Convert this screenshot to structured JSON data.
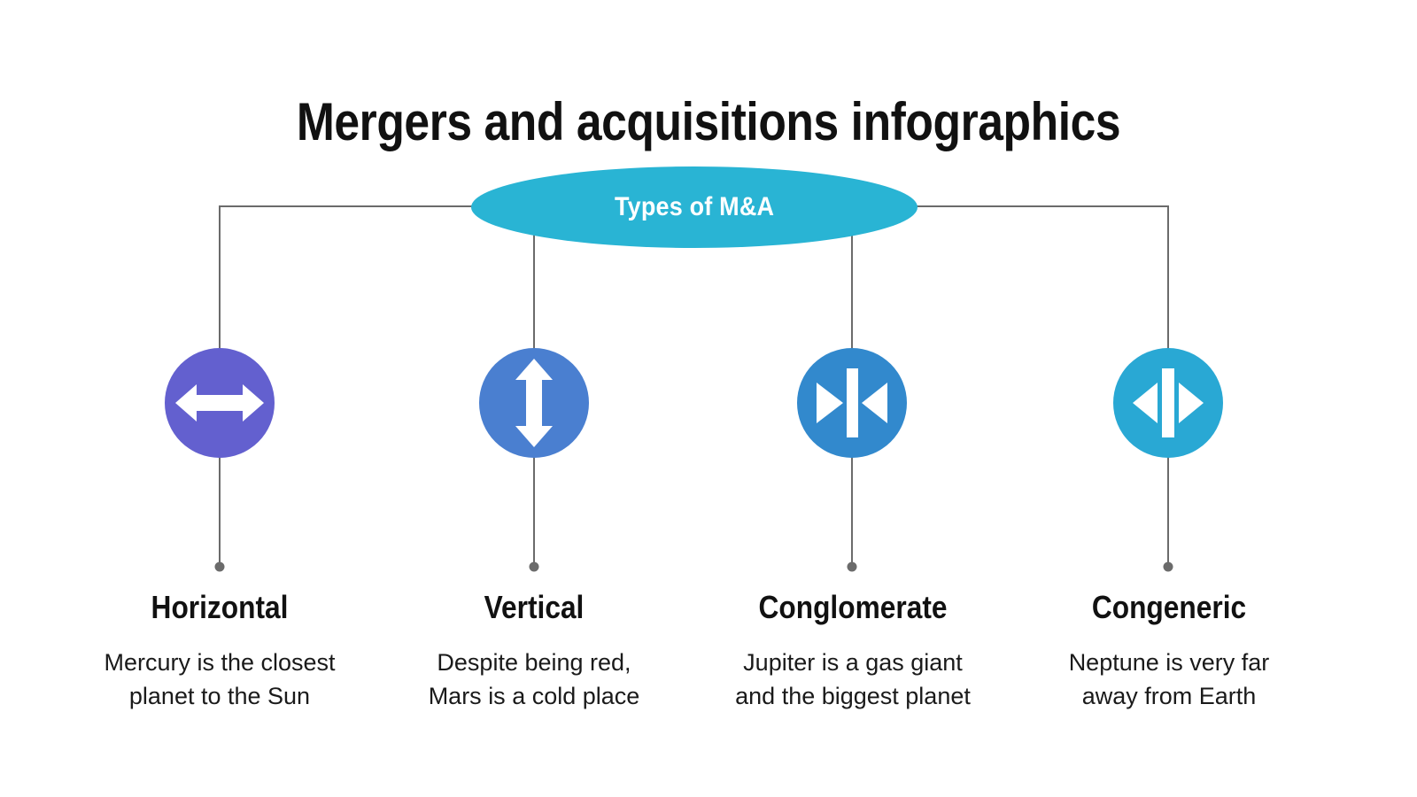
{
  "slide": {
    "title": "Mergers and acquisitions infographics",
    "background_color": "#ffffff"
  },
  "root": {
    "label": "Types of M&A",
    "shape": "ellipse",
    "fill_color": "#29b4d4",
    "text_color": "#ffffff"
  },
  "connector": {
    "line_color": "#6b6b6b",
    "dot_color": "#6b6b6b",
    "line_width": 2
  },
  "branches": [
    {
      "heading": "Horizontal",
      "body_line1": "Mercury is the closest",
      "body_line2": "planet to the Sun",
      "icon": "double-arrow-horizontal-icon",
      "circle_color": "#6360cf",
      "icon_color": "#ffffff"
    },
    {
      "heading": "Vertical",
      "body_line1": "Despite being red,",
      "body_line2": "Mars is a cold place",
      "icon": "double-arrow-vertical-icon",
      "circle_color": "#4a7fd0",
      "icon_color": "#ffffff"
    },
    {
      "heading": "Conglomerate",
      "body_line1": "Jupiter is a gas giant",
      "body_line2": "and the biggest planet",
      "icon": "arrows-converging-icon",
      "circle_color": "#3289cd",
      "icon_color": "#ffffff"
    },
    {
      "heading": "Congeneric",
      "body_line1": "Neptune is very far",
      "body_line2": "away from Earth",
      "icon": "arrows-diverging-icon",
      "circle_color": "#29a8d4",
      "icon_color": "#ffffff"
    }
  ]
}
